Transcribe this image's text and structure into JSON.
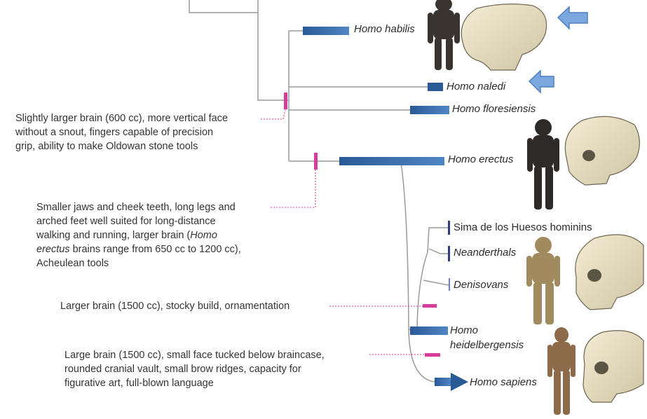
{
  "colors": {
    "branch": "#9a9a9a",
    "bar_gradient_start": "#2a5a95",
    "bar_gradient_end": "#4f86c4",
    "trait_marker": "#d63c9c",
    "dotted_leader": "#e05aaa",
    "indicator_arrow": "#6f9fd8",
    "dark_tick": "#2d3b86"
  },
  "taxa": {
    "habilis": "Homo habilis",
    "naledi": "Homo naledi",
    "floresiensis": "Homo floresiensis",
    "erectus": "Homo erectus",
    "sima": "Sima de los Huesos hominins",
    "neanderthals": "Neanderthals",
    "denisovans": "Denisovans",
    "heidelbergensis_1": "Homo",
    "heidelbergensis_2": "heidelbergensis",
    "sapiens": "Homo sapiens"
  },
  "notes": {
    "homo": [
      "Slightly larger brain (600 cc), more vertical face",
      "without a snout, fingers capable of precision",
      "grip, ability to make Oldowan stone tools"
    ],
    "erectus": {
      "l1": "Smaller jaws and cheek teeth, long legs and",
      "l2": "arched feet well suited for long-distance",
      "l3_pre": "walking and running, larger brain (",
      "l3_it": "Homo",
      "l4_it": "erectus",
      "l4_post": " brains range from 650 cc to 1200 cc),",
      "l5": "Acheulean tools"
    },
    "neanderthal": "Larger brain (1500 cc), stocky build, ornamentation",
    "sapiens": [
      "Large brain (1500 cc), small face tucked below braincase,",
      "rounded cranial vault, small brow ridges, capacity for",
      "figurative art, full-blown language"
    ]
  },
  "icons": {
    "arrow_habilis": "left-arrow-icon",
    "arrow_naledi": "left-arrow-icon",
    "sapiens_arrow": "right-arrow-icon",
    "figures": "hominin-figure-icon",
    "skulls": "hominin-skull-icon"
  }
}
